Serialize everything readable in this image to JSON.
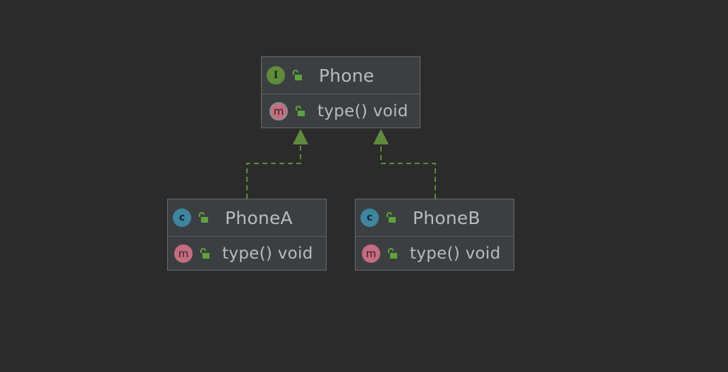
{
  "diagram": {
    "classes": [
      {
        "id": "phone",
        "kind_badge": "I",
        "kind_icon": "interface-icon",
        "name": "Phone",
        "members": [
          {
            "badge": "m",
            "icon": "abstract-method-icon",
            "signature": "type()",
            "return_type": "void"
          }
        ]
      },
      {
        "id": "phonea",
        "kind_badge": "c",
        "kind_icon": "class-icon",
        "name": "PhoneA",
        "members": [
          {
            "badge": "m",
            "icon": "method-icon",
            "signature": "type()",
            "return_type": "void"
          }
        ]
      },
      {
        "id": "phoneb",
        "kind_badge": "c",
        "kind_icon": "class-icon",
        "name": "PhoneB",
        "members": [
          {
            "badge": "m",
            "icon": "method-icon",
            "signature": "type()",
            "return_type": "void"
          }
        ]
      }
    ],
    "relations": [
      {
        "from": "PhoneA",
        "to": "Phone",
        "type": "implements"
      },
      {
        "from": "PhoneB",
        "to": "Phone",
        "type": "implements"
      }
    ]
  },
  "colors": {
    "background": "#2b2b2b",
    "node_fill": "#3c3f41",
    "node_border": "#6b6b6b",
    "text": "#b6bcc2",
    "edge": "#5f8c3a",
    "interface_badge": "#5f8c3a",
    "class_badge": "#3e86a0",
    "method_badge": "#c46d80",
    "lock": "#5fa33a"
  }
}
